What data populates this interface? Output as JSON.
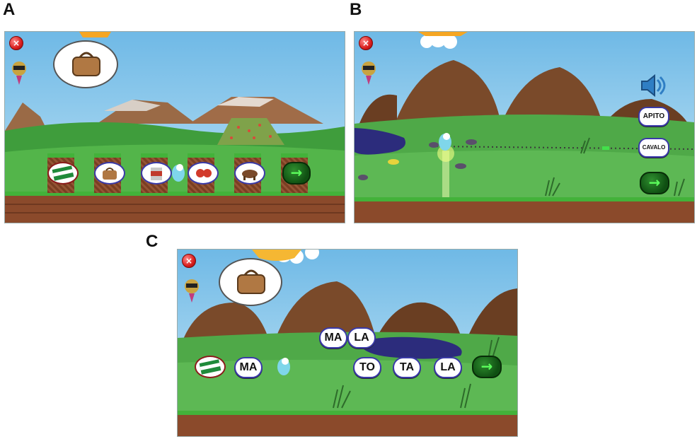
{
  "panels": {
    "a": {
      "label": "A",
      "close_icon": "close-icon"
    },
    "b": {
      "label": "B",
      "words": [
        "APITO",
        "CAVALO"
      ]
    },
    "c": {
      "label": "C",
      "syllable_top": [
        "MA",
        "LA"
      ],
      "syllable_left": "MA",
      "syllable_row": [
        "TO",
        "TA",
        "LA"
      ]
    }
  },
  "icons": {
    "close": "×",
    "arrow": "→"
  },
  "colors": {
    "sky": "#7ec3ea",
    "grass": "#41a845",
    "dirt": "#8b4a2b",
    "mountain": "#7a4a2a",
    "arrow": "#1f7a22"
  }
}
